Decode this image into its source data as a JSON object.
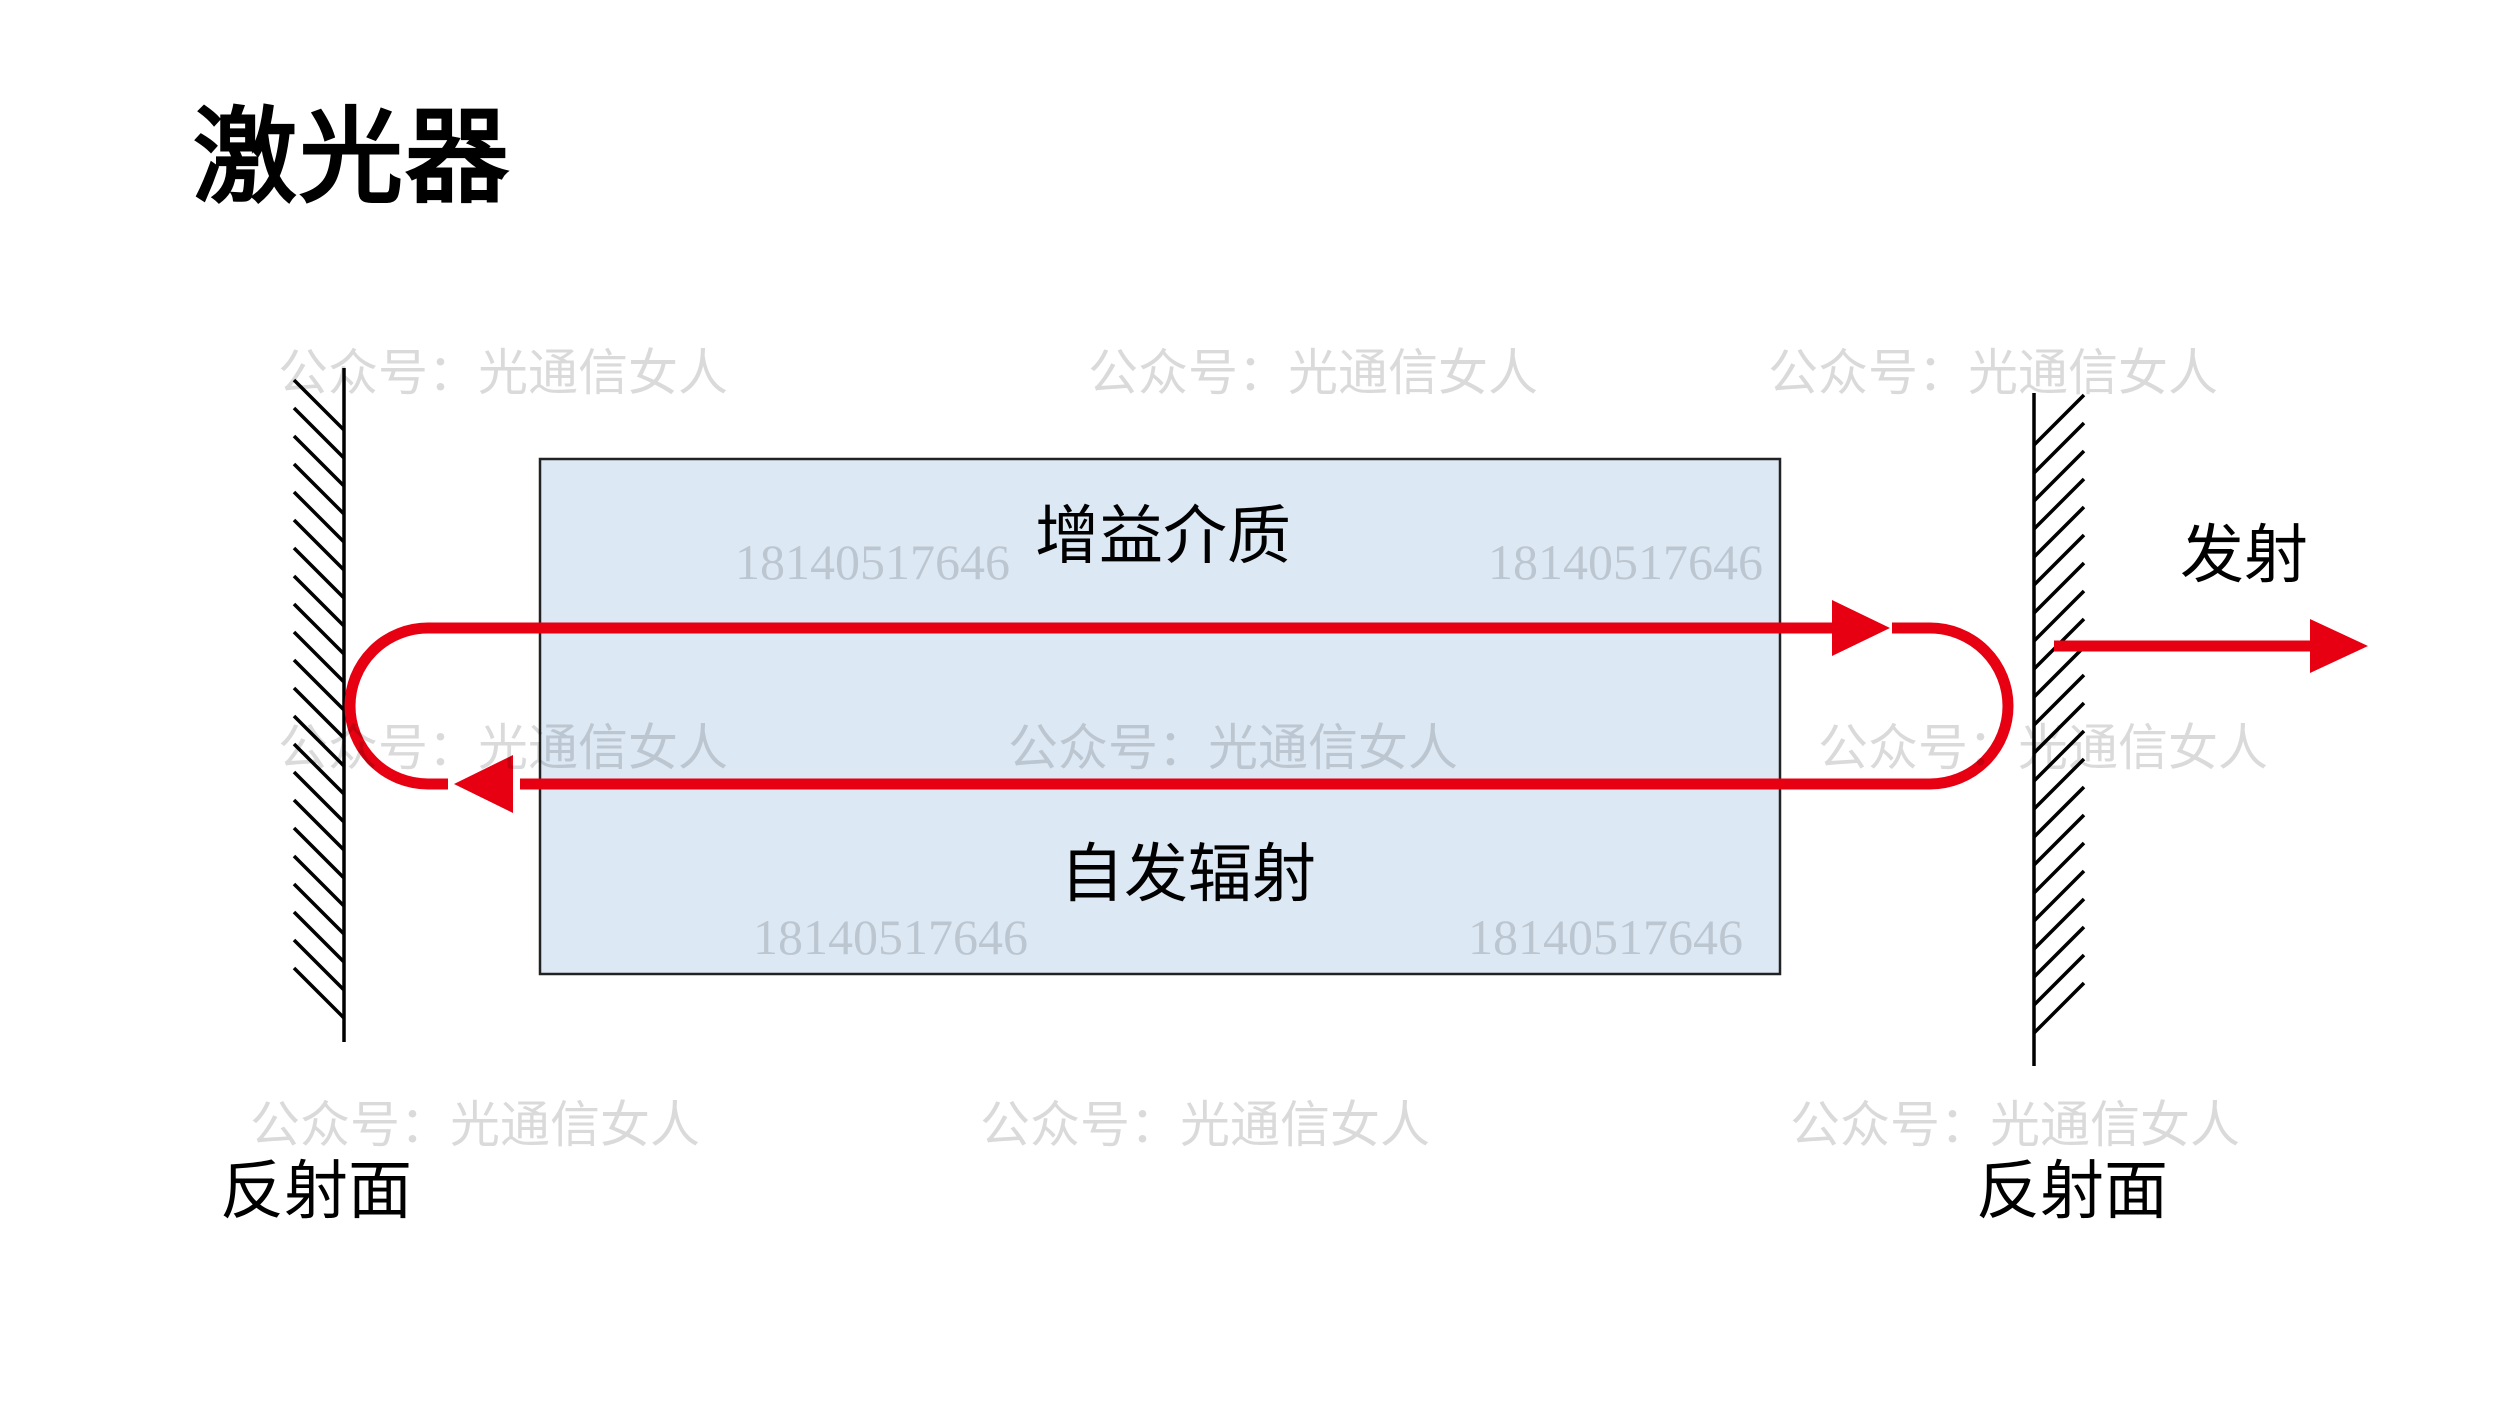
{
  "title": "激光器",
  "gain_medium_label": "增益介质",
  "spontaneous_emission_label": "自发辐射",
  "emission_label": "发射",
  "left_mirror_label": "反射面",
  "right_mirror_label": "反射面",
  "watermark": {
    "account": "公众号：光通信女人",
    "number": "18140517646"
  },
  "colors": {
    "beam": "#e60012",
    "medium_fill": "#dce8f4",
    "mirror": "#000000"
  }
}
